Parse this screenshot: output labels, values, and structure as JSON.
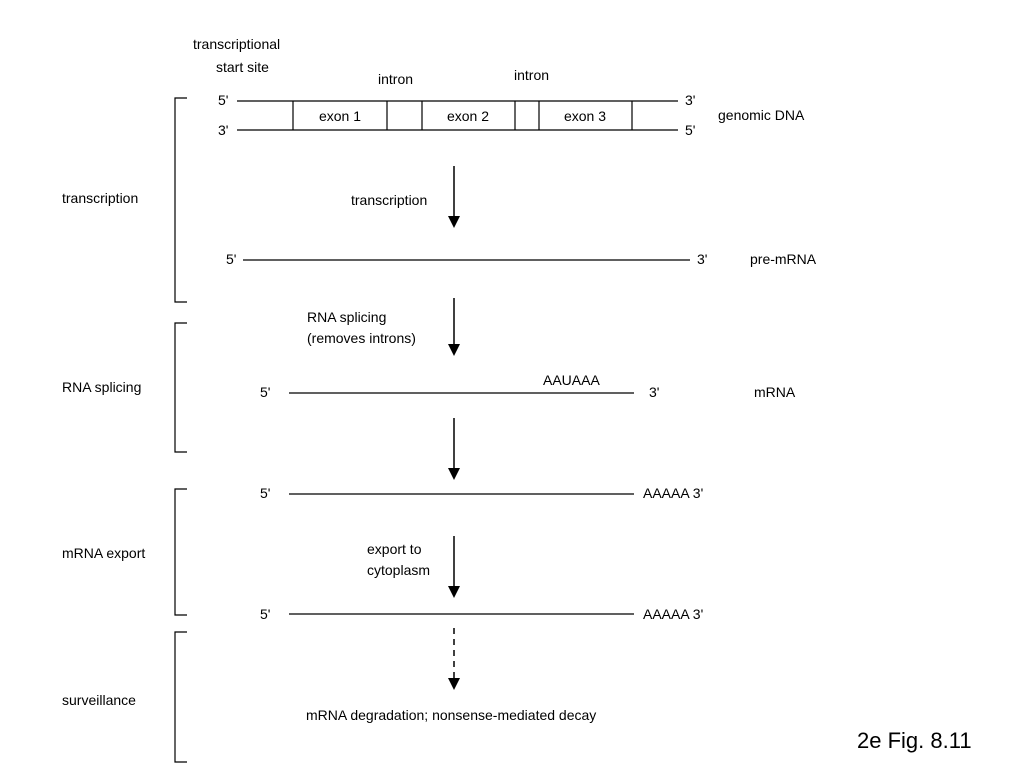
{
  "header": {
    "tss_line1": "transcriptional",
    "tss_line2": "start site",
    "intron_1": "intron",
    "intron_2": "intron"
  },
  "genomic": {
    "top_5": "5'",
    "top_3": "3'",
    "bottom_3": "3'",
    "bottom_5": "5'",
    "exon_1": "exon 1",
    "exon_2": "exon 2",
    "exon_3": "exon 3",
    "label": "genomic DNA"
  },
  "steps": {
    "transcription": "transcription",
    "splicing_line1": "RNA splicing",
    "splicing_line2": "(removes introns)",
    "export_line1": "export to",
    "export_line2": "cytoplasm",
    "degradation": "mRNA degradation; nonsense-mediated decay"
  },
  "transcripts": {
    "pre_mrna_5": "5'",
    "pre_mrna_3": "3'",
    "pre_mrna_label": "pre-mRNA",
    "mrna_5": "5'",
    "mrna_signal": "AAUAAA",
    "mrna_3": "3'",
    "mrna_label": "mRNA",
    "polya_5": "5'",
    "polya_3": "AAAAA 3'",
    "export_5": "5'",
    "export_3": "AAAAA 3'"
  },
  "stages": {
    "transcription": "transcription",
    "splicing": "RNA splicing",
    "export": "mRNA export",
    "surveillance": "surveillance"
  },
  "caption": "2e Fig. 8.11"
}
